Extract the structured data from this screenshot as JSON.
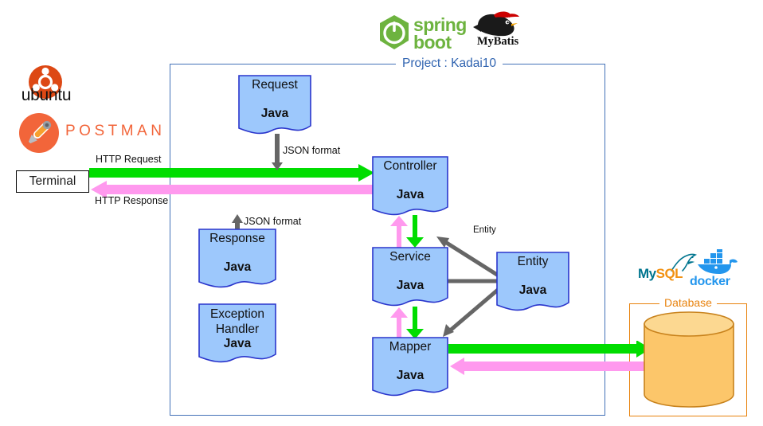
{
  "project": {
    "title": "Project : Kadai10",
    "frame_color": "#4472b8"
  },
  "database": {
    "title": "Database",
    "frame_color": "#e8820c",
    "cylinder_fill": "#fcc66a"
  },
  "palette": {
    "box_fill": "#9dc8fc",
    "box_stroke": "#2a35cc",
    "green_arrow": "#00dd00",
    "pink_arrow": "#ff99ee",
    "gray_arrow": "#666666",
    "text": "#111111"
  },
  "terminal": {
    "label": "Terminal"
  },
  "logos": {
    "ubuntu": {
      "label": "ubuntu",
      "color": "#dd4814"
    },
    "postman": {
      "label": "POSTMAN",
      "color": "#f2653a"
    },
    "springboot": {
      "line1": "spring",
      "line2": "boot",
      "color": "#6db33f"
    },
    "mybatis": {
      "label": "MyBatis",
      "color": "#111111",
      "accent": "#cc0000"
    },
    "mysql": {
      "part1": "My",
      "part2": "SQL",
      "color1": "#00758f",
      "color2": "#f29111"
    },
    "docker": {
      "label": "docker",
      "color": "#2396ed"
    }
  },
  "boxes": [
    {
      "id": "request",
      "title": "Request",
      "subtitle": "Java"
    },
    {
      "id": "response",
      "title": "Response",
      "subtitle": "Java"
    },
    {
      "id": "exception-handler",
      "title": "Exception\nHandler",
      "subtitle": "Java"
    },
    {
      "id": "controller",
      "title": "Controller",
      "subtitle": "Java"
    },
    {
      "id": "service",
      "title": "Service",
      "subtitle": "Java"
    },
    {
      "id": "mapper",
      "title": "Mapper",
      "subtitle": "Java"
    },
    {
      "id": "entity",
      "title": "Entity",
      "subtitle": "Java"
    }
  ],
  "flows": {
    "http_request": "HTTP Request",
    "http_response": "HTTP Response",
    "json_format_in": "JSON format",
    "json_format_out": "JSON format",
    "entity": "Entity"
  }
}
